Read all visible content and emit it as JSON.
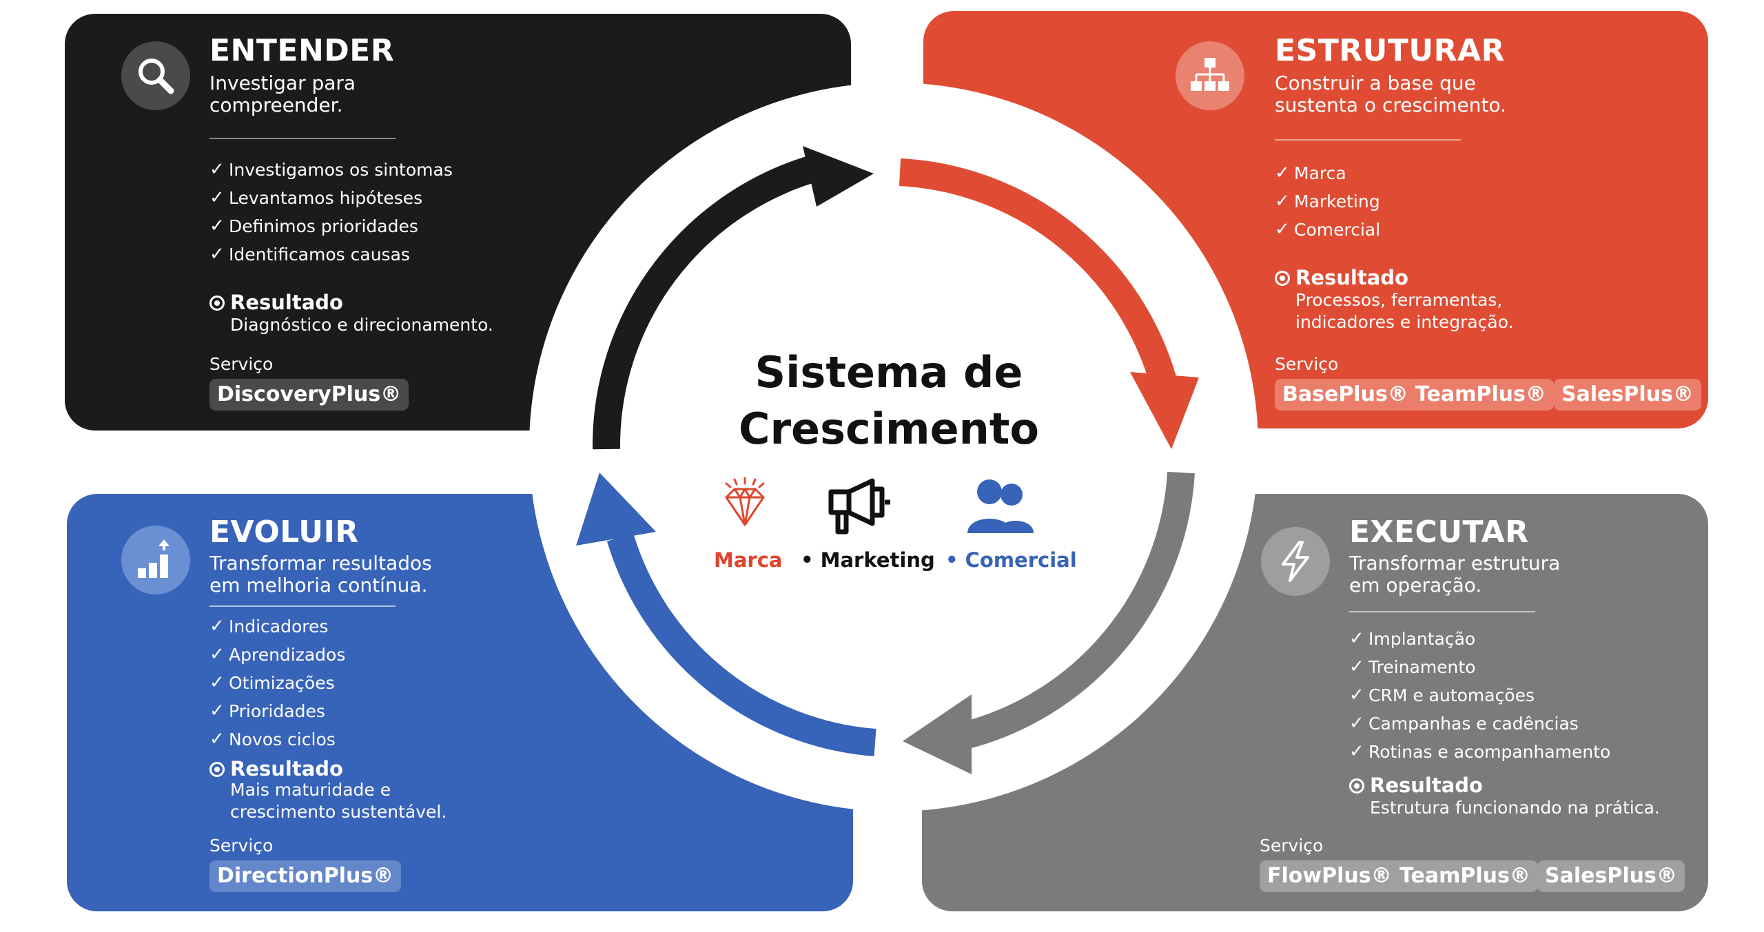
{
  "colors": {
    "entender": "#1b1b1d",
    "estruturar": "#df4c33",
    "evoluir": "#3763b8",
    "executar": "#7b7b7b",
    "marca": "#e0452d",
    "marketing": "#111111",
    "comercial": "#3763b8"
  },
  "center": {
    "title_line1": "Sistema de",
    "title_line2": "Crescimento",
    "legend": [
      {
        "label": "Marca",
        "icon": "diamond-icon"
      },
      {
        "label": "• Marketing",
        "icon": "megaphone-icon"
      },
      {
        "label": "• Comercial",
        "icon": "people-icon"
      }
    ]
  },
  "cards": {
    "entender": {
      "icon": "search-icon",
      "title": "ENTENDER",
      "subtitle_line1": "Investigar para",
      "subtitle_line2": "compreender.",
      "items": [
        "Investigamos os sintomas",
        "Levantamos hipóteses",
        "Definimos prioridades",
        "Identificamos causas"
      ],
      "check": "✓",
      "result_label": "Resultado",
      "result_line1": "Diagnóstico e direcionamento.",
      "service_label": "Serviço",
      "services": [
        "DiscoveryPlus®"
      ]
    },
    "estruturar": {
      "icon": "org-chart-icon",
      "title": "ESTRUTURAR",
      "subtitle_line1": "Construir a base que",
      "subtitle_line2": "sustenta o crescimento.",
      "items": [
        "Marca",
        "Marketing",
        "Comercial"
      ],
      "check": "✓",
      "result_label": "Resultado",
      "result_line1": "Processos, ferramentas,",
      "result_line2": "indicadores e integração.",
      "service_label": "Serviço",
      "services": [
        "BasePlus®",
        "TeamPlus®",
        "SalesPlus®"
      ]
    },
    "evoluir": {
      "icon": "growth-chart-icon",
      "title": "EVOLUIR",
      "subtitle_line1": "Transformar resultados",
      "subtitle_line2": "em melhoria contínua.",
      "items": [
        "Indicadores",
        "Aprendizados",
        "Otimizações",
        "Prioridades",
        "Novos ciclos"
      ],
      "check": "✓",
      "result_label": "Resultado",
      "result_line1": "Mais maturidade e",
      "result_line2": "crescimento sustentável.",
      "service_label": "Serviço",
      "services": [
        "DirectionPlus®"
      ]
    },
    "executar": {
      "icon": "lightning-icon",
      "title": "EXECUTAR",
      "subtitle_line1": "Transformar estrutura",
      "subtitle_line2": "em operação.",
      "items": [
        "Implantação",
        "Treinamento",
        "CRM e automações",
        "Campanhas e cadências",
        "Rotinas e acompanhamento"
      ],
      "check": "✓",
      "result_label": "Resultado",
      "result_line1": "Estrutura funcionando na prática.",
      "service_label": "Serviço",
      "services": [
        "FlowPlus®",
        "TeamPlus®",
        "SalesPlus®"
      ]
    }
  }
}
